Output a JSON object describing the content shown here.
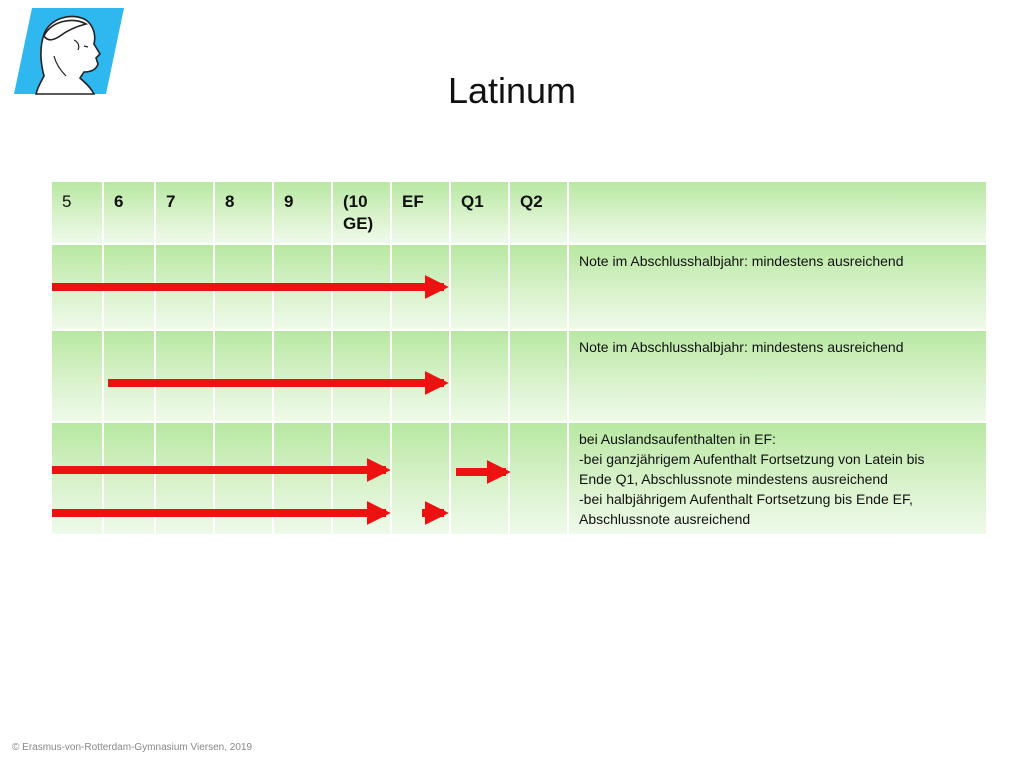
{
  "title": "Latinum",
  "footer": "© Erasmus-von-Rotterdam-Gymnasium Viersen, 2019",
  "colors": {
    "arrow": "#ee1111",
    "cell": "#c9eeb5"
  },
  "logo": {
    "icon": "erasmus-portrait-icon"
  },
  "table": {
    "headers": [
      "5",
      "6",
      "7",
      "8",
      "9",
      "(10 GE)",
      "EF",
      "Q1",
      "Q2",
      ""
    ],
    "rows": [
      {
        "note": [
          "Note im Abschlusshalbjahr: mindestens ausreichend"
        ],
        "arrows": [
          {
            "from": "5",
            "to": "EF"
          }
        ]
      },
      {
        "note": [
          "Note im Abschlusshalbjahr: mindestens ausreichend"
        ],
        "arrows": [
          {
            "from": "6",
            "to": "EF"
          }
        ]
      },
      {
        "note": [
          "bei Auslandsaufenthalten in EF:",
          "-bei ganzjährigem Aufenthalt Fortsetzung von Latein bis",
          "Ende Q1, Abschlussnote mindestens ausreichend",
          "-bei halbjährigem Aufenthalt Fortsetzung bis Ende EF,",
          "Abschlussnote ausreichend"
        ],
        "arrows": [
          {
            "from": "5",
            "to": "(10 GE)"
          },
          {
            "from": "Q1",
            "to": "Q1"
          },
          {
            "from": "5",
            "to": "(10 GE)"
          },
          {
            "from": "EF",
            "to": "EF"
          }
        ]
      }
    ]
  }
}
